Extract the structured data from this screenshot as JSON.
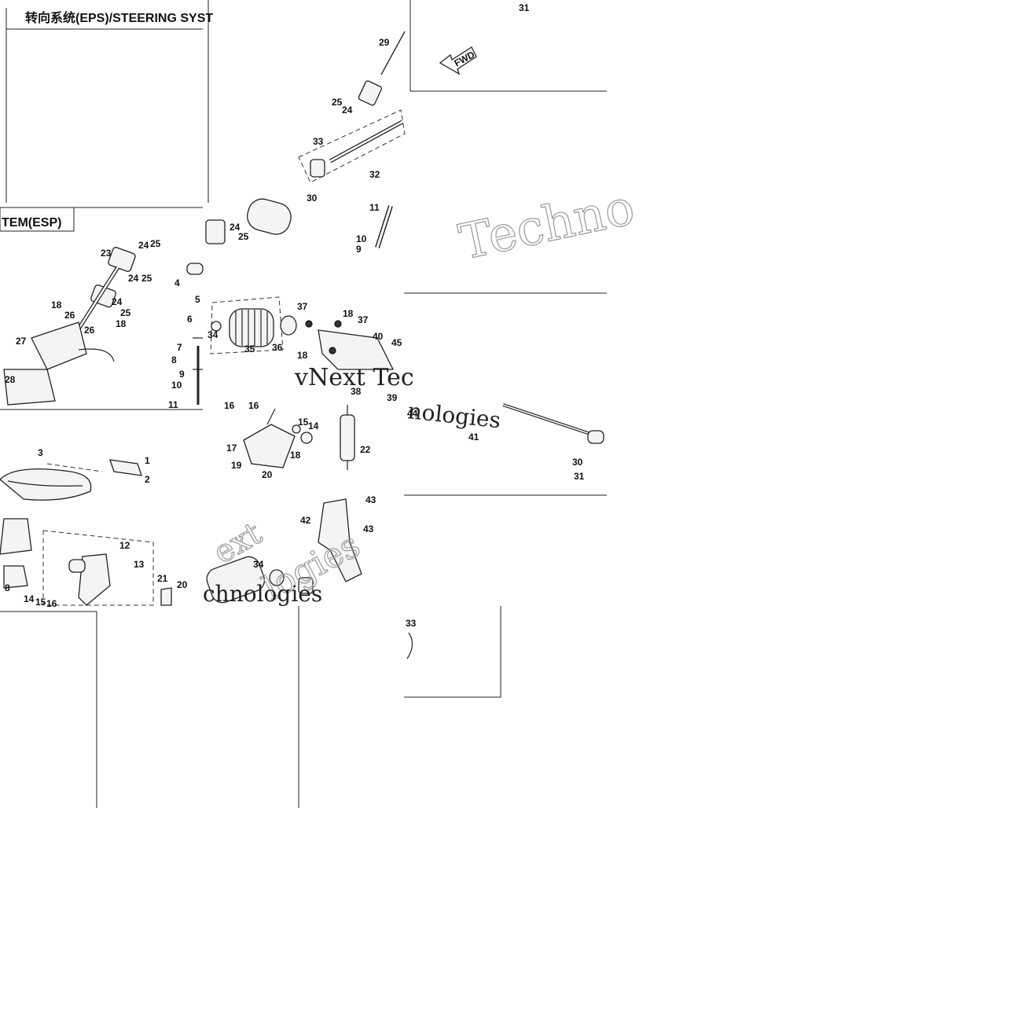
{
  "titles": {
    "eps": "转向系统(EPS)/STEERING SYST",
    "esp": "TEM(ESP)"
  },
  "fwd_label": "FWD",
  "watermarks": {
    "techno": "Techno",
    "vnext_tec": "vNext Tec",
    "nologies": "nologies",
    "ext": "ext",
    "logies": "logies",
    "chnologies": "chnologies"
  },
  "callouts": [
    "31",
    "29",
    "25",
    "24",
    "33",
    "32",
    "30",
    "11",
    "10",
    "9",
    "24",
    "25",
    "23",
    "24",
    "25",
    "24",
    "25",
    "18",
    "26",
    "26",
    "18",
    "27",
    "28",
    "4",
    "5",
    "6",
    "7",
    "8",
    "9",
    "10",
    "11",
    "24",
    "25",
    "37",
    "18",
    "37",
    "40",
    "45",
    "35",
    "36",
    "34",
    "18",
    "38",
    "39",
    "44",
    "41",
    "30",
    "31",
    "3",
    "1",
    "2",
    "12",
    "13",
    "21",
    "20",
    "8",
    "14",
    "15",
    "16",
    "16",
    "16",
    "15",
    "14",
    "17",
    "18",
    "19",
    "20",
    "22",
    "43",
    "42",
    "43",
    "34",
    "33"
  ]
}
